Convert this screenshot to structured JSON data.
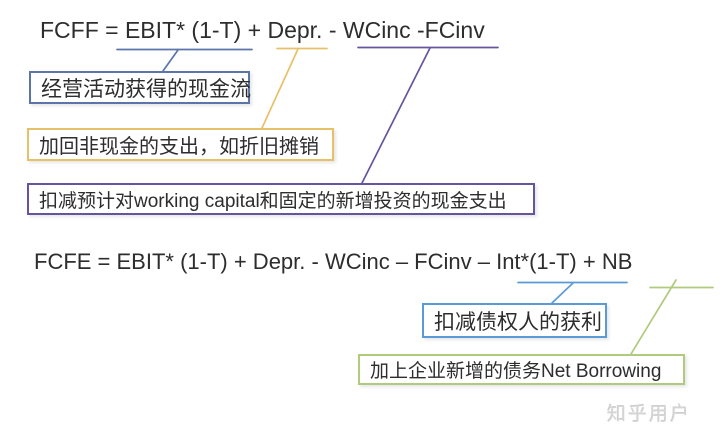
{
  "colors": {
    "ink": "#2d2d2d",
    "background": "#ffffff",
    "blue": "#5b74a9",
    "gold": "#e7c169",
    "purple": "#67549e",
    "lightblue": "#5b9bd5",
    "green": "#b0ca7e",
    "watermark": "#d5d5d5"
  },
  "formulas": {
    "fcff": {
      "text": "FCFF = EBIT* (1-T) + Depr. - WCinc -FCinv"
    },
    "fcfe": {
      "text": "FCFE = EBIT* (1-T) + Depr. - WCinc – FCinv – Int*(1-T) + NB"
    }
  },
  "callouts": {
    "operating": {
      "label": "经营活动获得的现金流",
      "annotates": "EBIT* (1-T)"
    },
    "noncash": {
      "label": "加回非现金的支出，如折旧摊销",
      "annotates": "Depr."
    },
    "investment": {
      "label": "扣减预计对working capital和固定的新增投资的现金支出",
      "annotates": "WCinc -FCinv"
    },
    "creditor": {
      "label": "扣减债权人的获利",
      "annotates": "Int*(1-T)"
    },
    "net_borrowing": {
      "label": "加上企业新增的债务Net Borrowing",
      "annotates": "NB"
    }
  },
  "watermark": {
    "text": "知乎用户"
  }
}
